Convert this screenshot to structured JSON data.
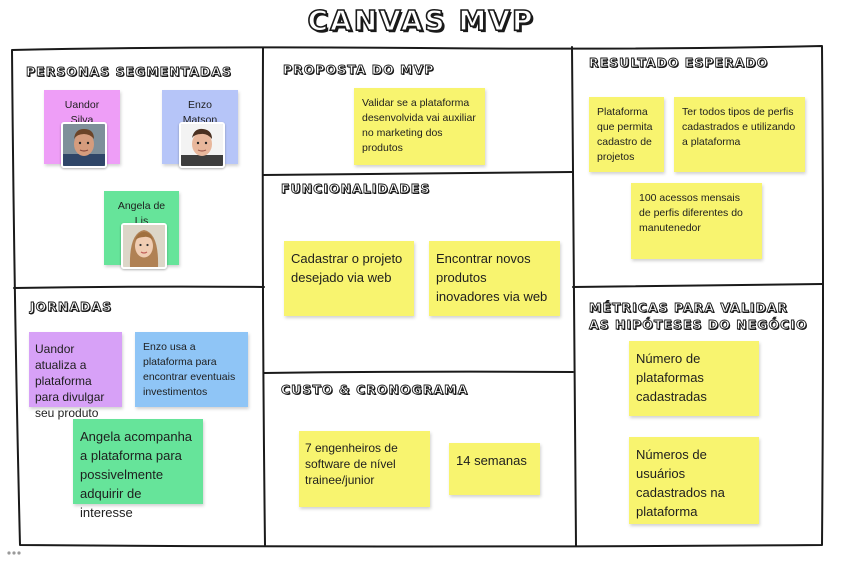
{
  "title": "CANVAS MVP",
  "colors": {
    "yellow": "#f8f46f",
    "pink": "#ee9ef7",
    "lavender": "#b6c5f8",
    "green": "#66e49a",
    "purple": "#d7a1f7",
    "blue": "#8fc5f6",
    "line": "#1a1a1a"
  },
  "sections": {
    "personas": "PERSONAS SEGMENTADAS",
    "proposta": "PROPOSTA DO MVP",
    "resultado": "RESULTADO ESPERADO",
    "funcionalidades": "FUNCIONALIDADES",
    "jornadas": "JORNADAS",
    "custo": "CUSTO & CRONOGRAMA",
    "metricas_line1": "MÉTRICAS PARA VALIDAR",
    "metricas_line2": "AS HIPÓTESES DO NEGÓCIO"
  },
  "personas": [
    {
      "name": "Uandor Silva",
      "color": "pink",
      "avatar_icon": "man-avatar-icon"
    },
    {
      "name": "Enzo Matson",
      "color": "lavender",
      "avatar_icon": "young-man-avatar-icon"
    },
    {
      "name": "Angela de Lis",
      "color": "green",
      "avatar_icon": "woman-avatar-icon"
    }
  ],
  "proposta": {
    "note": "Validar se a plataforma desenvolvida vai auxiliar no marketing dos produtos"
  },
  "resultado": {
    "notes": [
      "Plataforma que permita cadastro de projetos",
      "Ter todos tipos de perfis cadastrados e utilizando a plataforma",
      "100 acessos mensais de perfis diferentes do manutenedor"
    ]
  },
  "funcionalidades": {
    "notes": [
      "Cadastrar o projeto desejado via web",
      "Encontrar novos produtos inovadores via web"
    ]
  },
  "jornadas": {
    "notes": [
      "Uandor atualiza a plataforma para divulgar seu produto",
      "Enzo usa a plataforma para encontrar eventuais investimentos",
      "Angela acompanha a plataforma para possivelmente adquirir de interesse"
    ]
  },
  "custo": {
    "notes": [
      "7 engenheiros de software de nível trainee/junior",
      "14 semanas"
    ]
  },
  "metricas": {
    "notes": [
      "Número de plataformas cadastradas",
      "Números de usuários cadastrados na plataforma"
    ]
  }
}
